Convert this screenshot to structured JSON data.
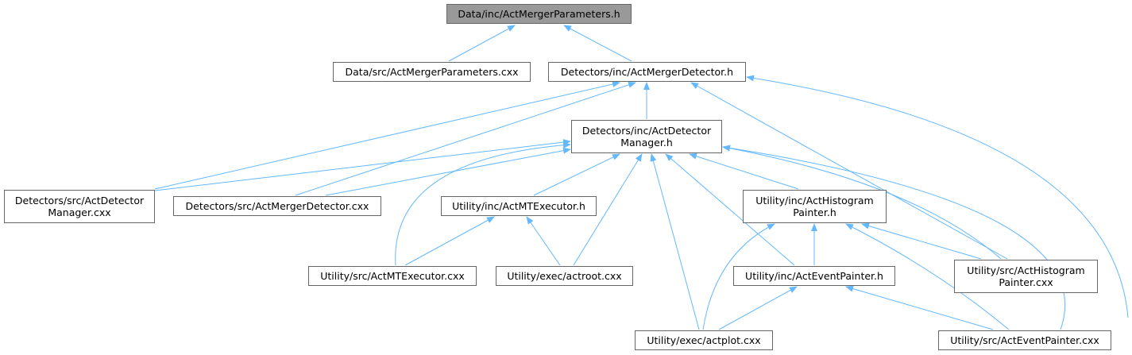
{
  "graph": {
    "edge_color": "#63b8ff",
    "root_fill": "#999999",
    "node_border": "#666666",
    "nodes": [
      {
        "id": "n1",
        "lines": [
          "Data/inc/ActMergerParameters.h"
        ],
        "root": true
      },
      {
        "id": "n2",
        "lines": [
          "Data/src/ActMergerParameters.cxx"
        ]
      },
      {
        "id": "n3",
        "lines": [
          "Detectors/inc/ActMergerDetector.h"
        ]
      },
      {
        "id": "n4",
        "lines": [
          "Detectors/inc/ActDetector",
          "Manager.h"
        ]
      },
      {
        "id": "n5",
        "lines": [
          "Detectors/src/ActDetector",
          "Manager.cxx"
        ]
      },
      {
        "id": "n6",
        "lines": [
          "Detectors/src/ActMergerDetector.cxx"
        ]
      },
      {
        "id": "n7",
        "lines": [
          "Utility/inc/ActMTExecutor.h"
        ]
      },
      {
        "id": "n8",
        "lines": [
          "Utility/inc/ActHistogram",
          "Painter.h"
        ]
      },
      {
        "id": "n9",
        "lines": [
          "Utility/src/ActMTExecutor.cxx"
        ]
      },
      {
        "id": "n10",
        "lines": [
          "Utility/exec/actroot.cxx"
        ]
      },
      {
        "id": "n11",
        "lines": [
          "Utility/inc/ActEventPainter.h"
        ]
      },
      {
        "id": "n12",
        "lines": [
          "Utility/src/ActHistogram",
          "Painter.cxx"
        ]
      },
      {
        "id": "n13",
        "lines": [
          "Utility/exec/actplot.cxx"
        ]
      },
      {
        "id": "n14",
        "lines": [
          "Utility/src/ActEventPainter.cxx"
        ]
      }
    ]
  }
}
